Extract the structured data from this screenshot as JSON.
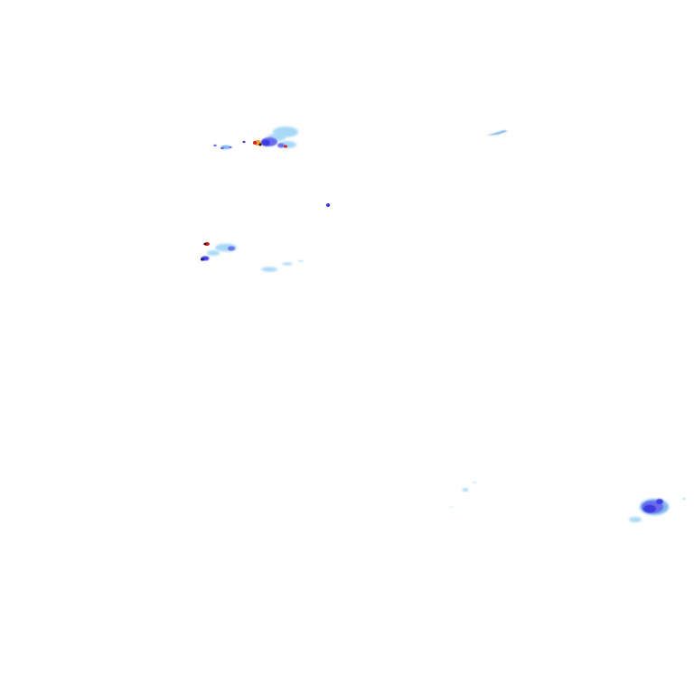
{
  "radar": {
    "background": "#ffffff",
    "palette": {
      "light_rain": "#a8d8f8",
      "light_moderate": "#7fb8f0",
      "moderate": "#6a6cf0",
      "heavy": "#3a3ae0",
      "very_heavy": "#1f1f9a",
      "intense": "#f0a020",
      "extreme": "#d02020",
      "core": "#400000"
    },
    "echo_regions": [
      {
        "name": "north-cluster",
        "levels": [
          "light_rain",
          "moderate",
          "heavy",
          "intense",
          "extreme"
        ]
      },
      {
        "name": "north-west-fragments",
        "levels": [
          "light_moderate",
          "moderate"
        ]
      },
      {
        "name": "north-east-streak",
        "levels": [
          "light_moderate"
        ]
      },
      {
        "name": "central-dot",
        "levels": [
          "heavy"
        ]
      },
      {
        "name": "west-cluster",
        "levels": [
          "light_rain",
          "moderate",
          "heavy",
          "extreme"
        ]
      },
      {
        "name": "west-central-drizzle",
        "levels": [
          "light_rain"
        ]
      },
      {
        "name": "south-central-drizzle",
        "levels": [
          "light_rain"
        ]
      },
      {
        "name": "south-east-cell",
        "levels": [
          "light_rain",
          "light_moderate",
          "moderate",
          "heavy"
        ]
      }
    ]
  }
}
